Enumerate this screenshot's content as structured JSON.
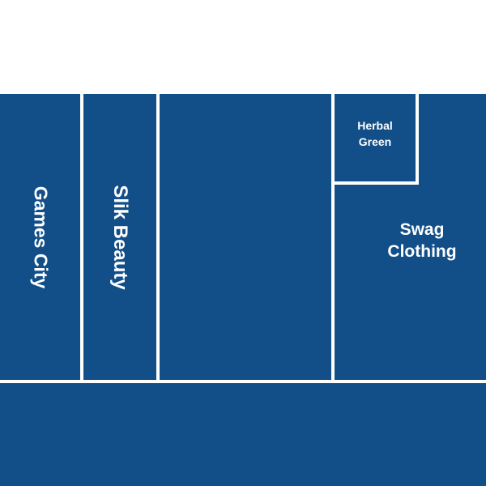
{
  "colors": {
    "unit_fill": "#124f89",
    "wall": "#ffffff",
    "label": "#ffffff"
  },
  "units": {
    "games_city": {
      "label": "Games City"
    },
    "silk_beauty": {
      "label": "Slik Beauty"
    },
    "unlabeled_unit": {
      "label": ""
    },
    "herbal_green": {
      "label_line1": "Herbal",
      "label_line2": "Green"
    },
    "swag_clothing": {
      "label_line1": "Swag",
      "label_line2": "Clothing"
    },
    "bottom_unit": {
      "label": ""
    }
  }
}
